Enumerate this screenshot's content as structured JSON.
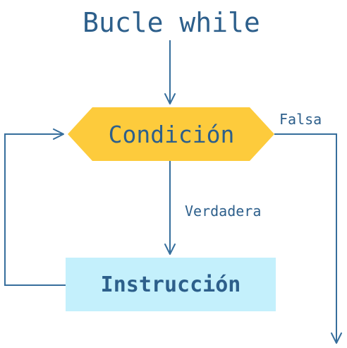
{
  "title": "Bucle while",
  "nodes": {
    "condition": {
      "label": "Condición",
      "shape": "hexagon",
      "fill": "#FDCB3C"
    },
    "instruction": {
      "label": "Instrucción",
      "shape": "rectangle",
      "fill": "#C4F0FC"
    }
  },
  "edges": {
    "true_label": "Verdadera",
    "false_label": "Falsa"
  },
  "colors": {
    "text": "#2D5F8B",
    "arrow": "#366E9C",
    "background": "#FFFFFF"
  }
}
